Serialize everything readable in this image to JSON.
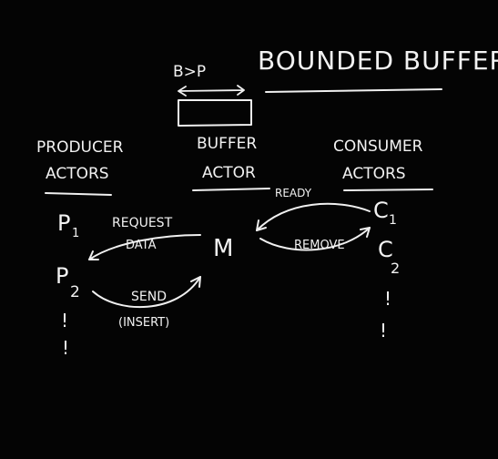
{
  "title": "BOUNDED BUFFER",
  "buffer_sketch_label": "B>P",
  "producers": {
    "heading_line1": "PRODUCER",
    "heading_line2": "ACTORS",
    "p1": "P",
    "p1_sub": "1",
    "p2": "P",
    "p2_sub": "2",
    "dots": [
      "!",
      "!"
    ]
  },
  "buffer": {
    "heading_line1": "BUFFER",
    "heading_line2": "ACTOR",
    "node": "M"
  },
  "consumers": {
    "heading_line1": "CONSUMER",
    "heading_line2": "ACTORS",
    "c1": "C",
    "c1_sub": "1",
    "c2": "C",
    "c2_sub": "2",
    "dots": [
      "!",
      "!"
    ]
  },
  "messages": {
    "request": "REQUEST",
    "data": "DATA",
    "send": "SEND",
    "insert": "(INSERT)",
    "ready": "READY",
    "remove": "REMOVE"
  }
}
